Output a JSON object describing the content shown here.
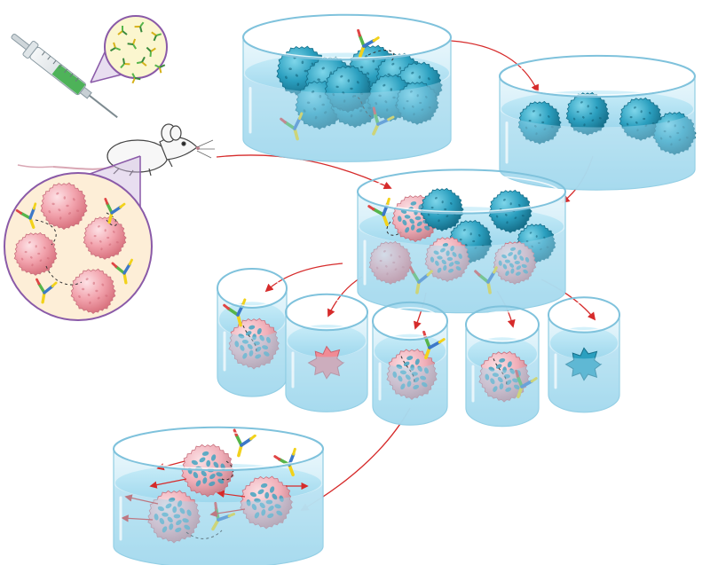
{
  "diagram": {
    "colors": {
      "background": "#ffffff",
      "dish_fill": "#bfe6f5",
      "dish_stroke": "#8ccbe2",
      "liquid": "#8fd3ee",
      "myeloma_cell": "#2b9fbf",
      "myeloma_dark": "#1c7f9c",
      "b_cell": "#f2a3ad",
      "b_cell_dark": "#e27f8c",
      "hybridoma_base": "#f3b3bb",
      "arrow": "#d62b2b",
      "antibody_yellow": "#f2d21b",
      "antibody_green": "#56b54a",
      "antibody_blue": "#3c78c8",
      "antibody_red": "#e04545",
      "inset_border": "#8a5aa8",
      "inset_antigen_bg": "#fbf6cf",
      "inset_bcell_bg": "#fdeed7",
      "syringe_liquid": "#3fae4a"
    },
    "elements": [
      "syringe-icon",
      "mouse-icon",
      "antigen-inset",
      "b-cell-inset",
      "myeloma-dish",
      "myeloma-culture-dish",
      "fusion-dish",
      "selection-well-1",
      "selection-well-2",
      "selection-well-3",
      "selection-well-4",
      "selection-well-5",
      "expansion-dish"
    ]
  }
}
